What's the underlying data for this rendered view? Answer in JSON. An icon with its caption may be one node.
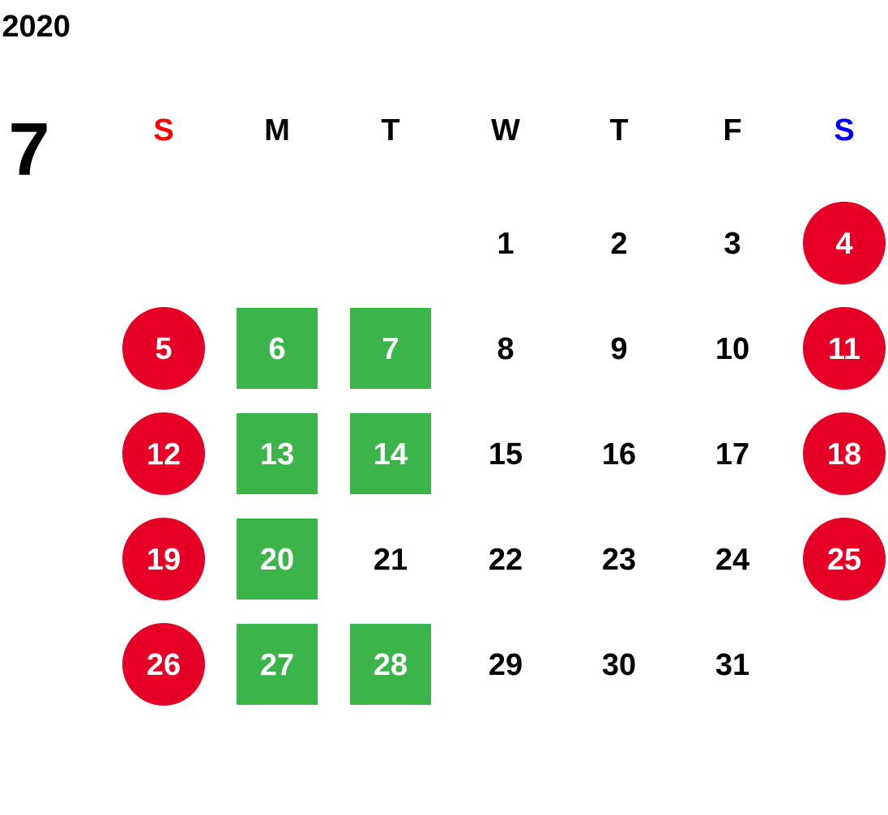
{
  "diagram": {
    "title": "2020",
    "nodes": [
      {
        "text": [
          "4"
        ]
      },
      {
        "text": [
          "5"
        ]
      },
      {
        "text": [
          "6"
        ]
      },
      {
        "text": [
          "7"
        ]
      },
      {
        "text": [
          "11"
        ]
      },
      {
        "text": [
          "12"
        ]
      },
      {
        "text": [
          "13"
        ]
      },
      {
        "text": [
          "14"
        ]
      },
      {
        "text": [
          "18"
        ]
      },
      {
        "text": [
          "19"
        ]
      },
      {
        "text": [
          "20"
        ]
      },
      {
        "text": [
          "25"
        ]
      },
      {
        "text": [
          "26"
        ]
      },
      {
        "text": [
          "27"
        ]
      },
      {
        "text": [
          "28"
        ]
      }
    ],
    "labels": [
      "7",
      "S",
      "M",
      "T",
      "W",
      "T",
      "F",
      "S",
      "1",
      "2",
      "3",
      "8",
      "9",
      "10",
      "15",
      "16",
      "17",
      "21",
      "22",
      "23",
      "24",
      "29",
      "30",
      "31"
    ]
  }
}
